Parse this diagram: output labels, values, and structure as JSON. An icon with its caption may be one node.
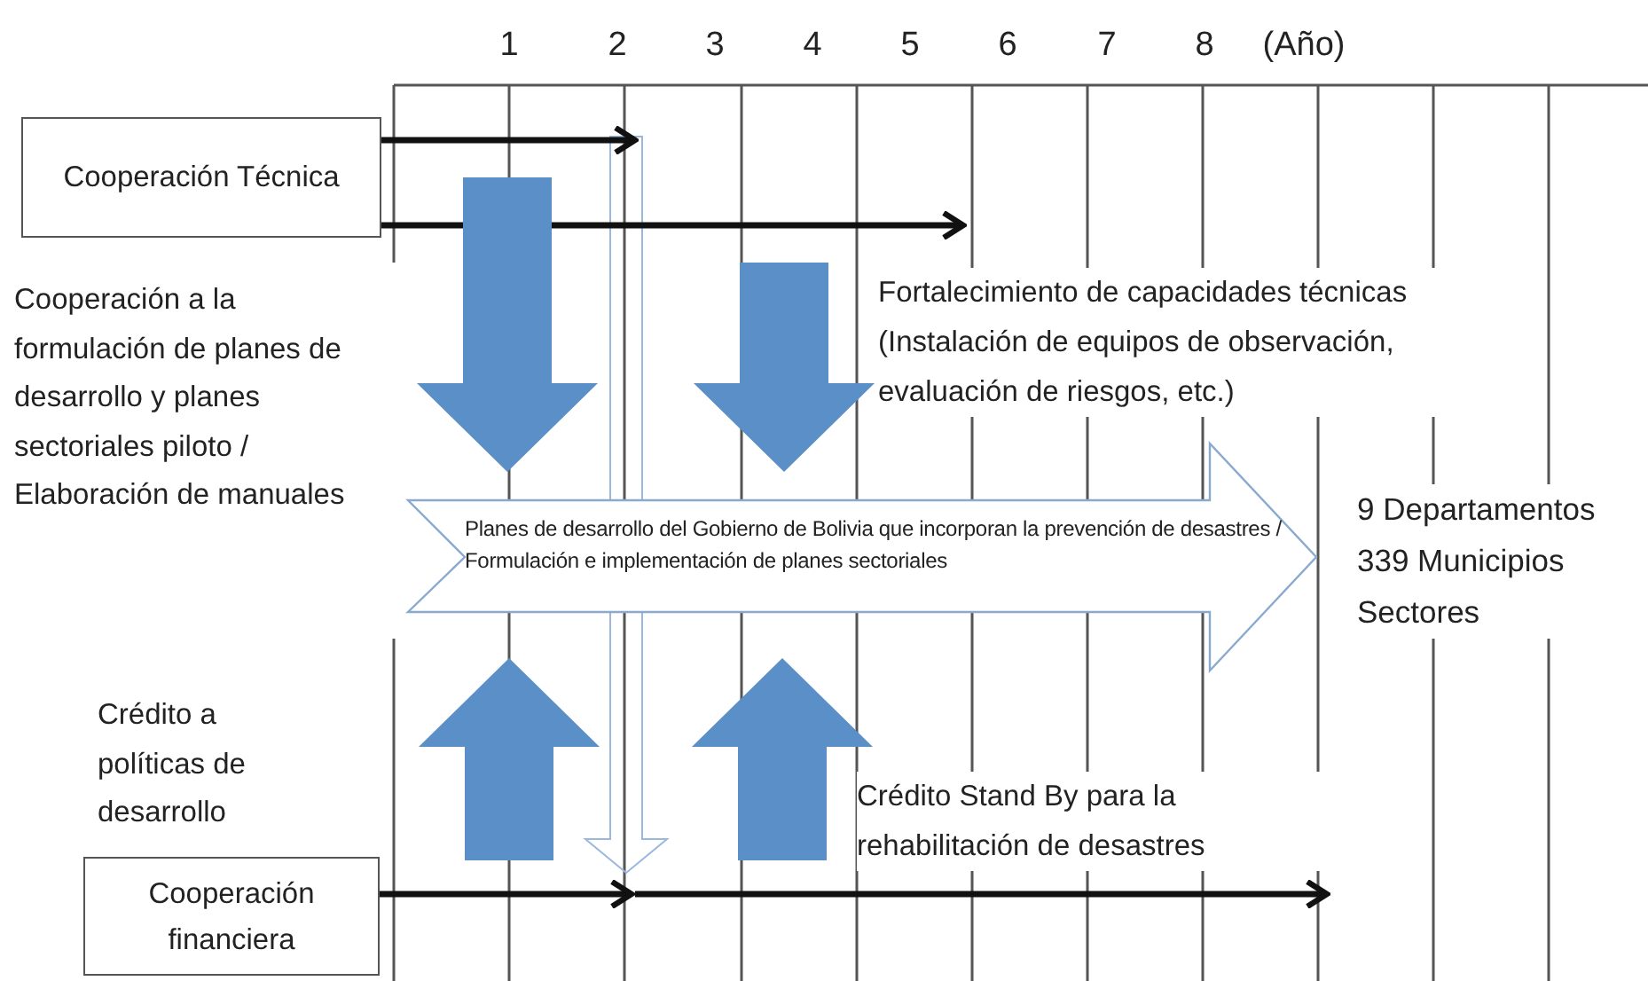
{
  "diagram": {
    "nodes": [
      {
        "text": [
          "Cooperación Técnica"
        ]
      },
      {
        "text": [
          "Cooperación a la formulación de planes de desarrollo y planes sectoriales piloto / Elaboración de manuales"
        ]
      },
      {
        "text": [
          "Fortalecimiento de capacidades técnicas (Instalación de equipos de observación, evaluación de riesgos, etc.)"
        ]
      },
      {
        "text": [
          "Planes de desarrollo del Gobierno de Bolivia que incorporan la prevención de desastres / Formulación e implementación de planes sectoriales"
        ]
      },
      {
        "text": [
          "9 Departamentos 339 Municipios Sectores"
        ]
      },
      {
        "text": [
          "Crédito a políticas de desarrollo"
        ]
      },
      {
        "text": [
          "Crédito Stand By para la rehabilitación de desastres"
        ]
      },
      {
        "text": [
          "Cooperación financiera"
        ]
      }
    ],
    "edges": [
      {
        "from": 0,
        "to": null,
        "arrow": "to",
        "color": "#111111"
      },
      {
        "from": 0,
        "to": 2,
        "arrow": "to",
        "color": "#111111"
      },
      {
        "from": null,
        "to": 3,
        "arrow": "to",
        "style": "thick",
        "color": "#5b8fc7"
      },
      {
        "from": null,
        "to": 3,
        "arrow": "to",
        "style": "thick",
        "color": "#5b8fc7"
      },
      {
        "from": null,
        "to": 3,
        "arrow": "to",
        "style": "thick",
        "color": "#5b8fc7"
      },
      {
        "from": null,
        "to": 3,
        "arrow": "to",
        "style": "thick",
        "color": "#5b8fc7"
      },
      {
        "from": 7,
        "to": null,
        "arrow": "to",
        "color": "#111111"
      },
      {
        "from": null,
        "to": 6,
        "arrow": "to",
        "color": "#111111"
      },
      {
        "from": 3,
        "to": null,
        "arrow": "to",
        "color": "#9ab8dd"
      }
    ],
    "labels": [
      "1",
      "2",
      "3",
      "4",
      "5",
      "6",
      "7",
      "8",
      "(Año)"
    ]
  }
}
